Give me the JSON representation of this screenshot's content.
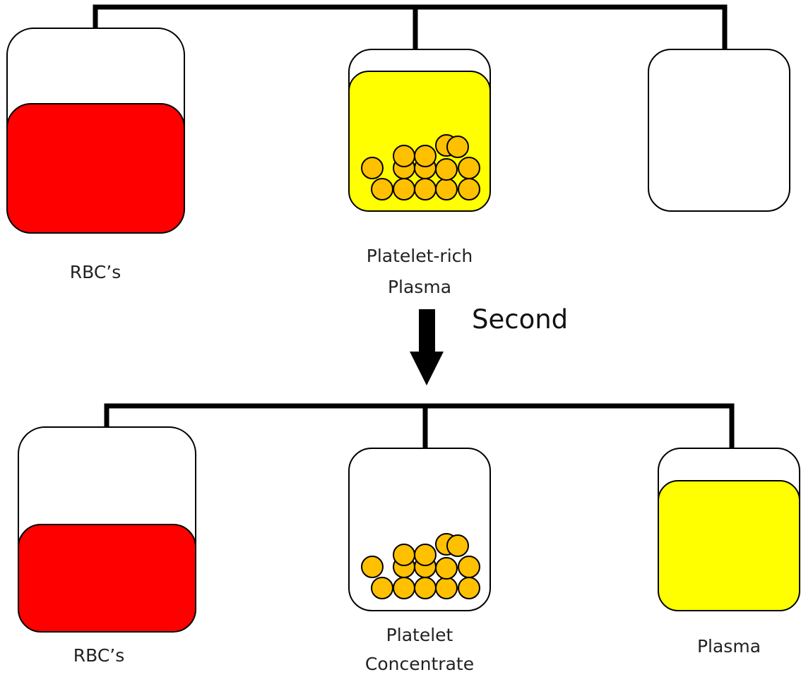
{
  "colors": {
    "rbc_red": "#ff0000",
    "plasma_yellow": "#ffff00",
    "platelet_orange": "#ffc000",
    "outline": "#000000"
  },
  "top_row": {
    "rbc_label": "RBC’s",
    "prp_label_line1": "Platelet-rich",
    "prp_label_line2": "Plasma"
  },
  "arrow_label": "Second",
  "bottom_row": {
    "rbc_label": "RBC’s",
    "pc_label_line1": "Platelet",
    "pc_label_line2": "Concentrate",
    "plasma_label": "Plasma"
  }
}
